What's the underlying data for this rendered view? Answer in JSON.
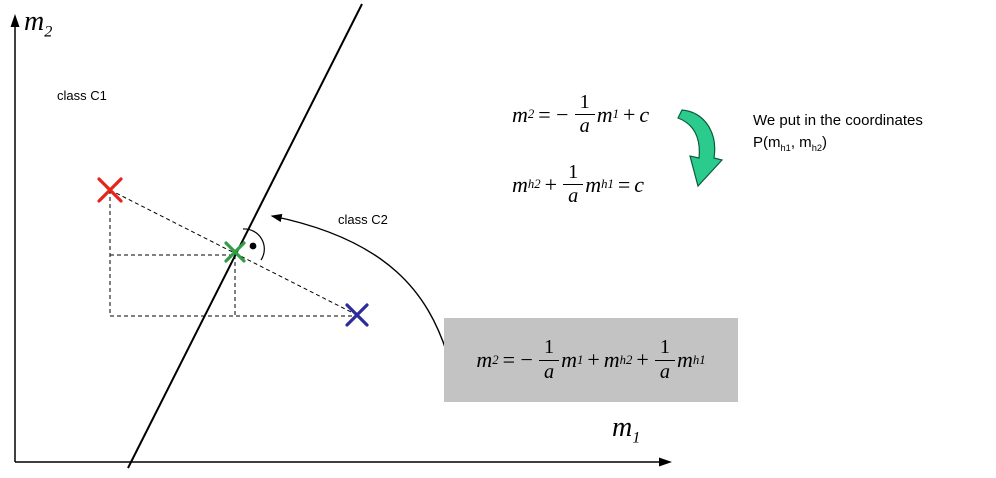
{
  "labels": {
    "y_axis": {
      "base": "m",
      "sub": "2"
    },
    "x_axis": {
      "base": "m",
      "sub": "1"
    },
    "class_c1": "class C1",
    "class_c2": "class C2"
  },
  "equations": {
    "line_eq": {
      "v1": "m",
      "v1sub": "2",
      "rel": "= −",
      "num": "1",
      "den": "a",
      "v2": "m",
      "v2sub": "1",
      "op": "+",
      "v3": "c"
    },
    "point_eq": {
      "v1": "m",
      "v1sub": "h2",
      "op": "+",
      "num": "1",
      "den": "a",
      "v2": "m",
      "v2sub": "h1",
      "rel": "=",
      "v3": "c"
    },
    "result_eq": {
      "v1": "m",
      "v1sub": "2",
      "rel": "= −",
      "num1": "1",
      "den1": "a",
      "v2": "m",
      "v2sub": "1",
      "op1": "+",
      "v3": "m",
      "v3sub": "h2",
      "op2": "+",
      "num2": "1",
      "den2": "a",
      "v4": "m",
      "v4sub": "h1"
    }
  },
  "annotation": {
    "line1": "We put in the coordinates",
    "p_prefix": "P(m",
    "p_sub1": "h1",
    "p_mid": ", m",
    "p_sub2": "h2",
    "p_suffix": ")"
  },
  "colors": {
    "axis": "#000000",
    "boundary_line": "#000000",
    "red_x": "#e8231a",
    "green_x": "#2f9e44",
    "blue_x": "#2b2b9e",
    "swoosh_fill": "#2bcb8e",
    "swoosh_outline": "#0a5c3c",
    "result_box_bg": "#c3c3c3"
  }
}
